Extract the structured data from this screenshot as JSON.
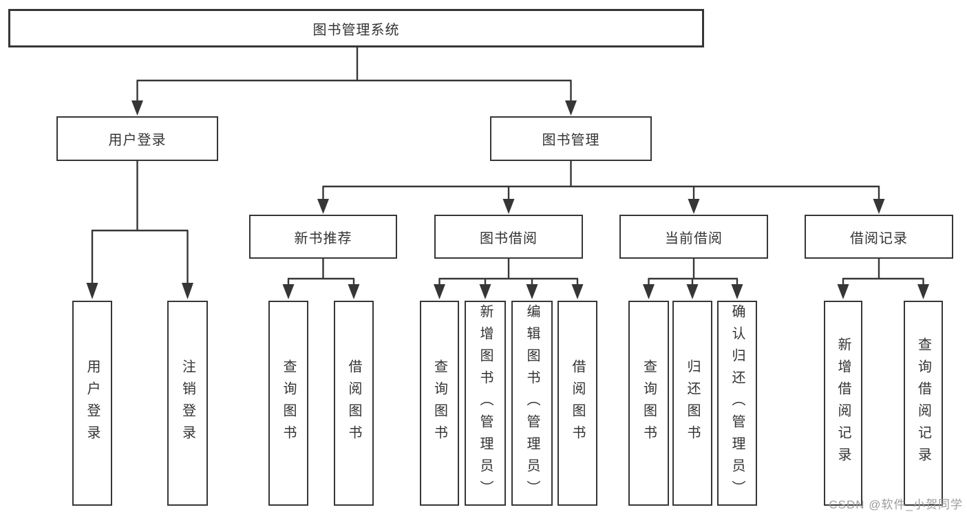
{
  "diagram": {
    "title": "图书管理系统",
    "root_label": "图书管理系统",
    "level2": [
      "用户登录",
      "图书管理"
    ],
    "level3": [
      "新书推荐",
      "图书借阅",
      "当前借阅",
      "借阅记录"
    ],
    "leaf_groups": [
      {
        "parent": "用户登录",
        "items": [
          "用户登录",
          "注销登录"
        ]
      },
      {
        "parent": "新书推荐",
        "items": [
          "查询图书",
          "借阅图书"
        ]
      },
      {
        "parent": "图书借阅",
        "items": [
          "查询图书",
          "新增图书（管理员）",
          "编辑图书（管理员）",
          "借阅图书"
        ]
      },
      {
        "parent": "当前借阅",
        "items": [
          "查询图书",
          "归还图书",
          "确认归还（管理员）"
        ]
      },
      {
        "parent": "借阅记录",
        "items": [
          "新增借阅记录",
          "查询借阅记录"
        ]
      }
    ]
  },
  "watermark": {
    "text": "CSDN @软件_小贺同学"
  },
  "colors": {
    "line": "#363636",
    "text": "#333333",
    "background": "#ffffff",
    "watermark": "#9c9c9c"
  }
}
